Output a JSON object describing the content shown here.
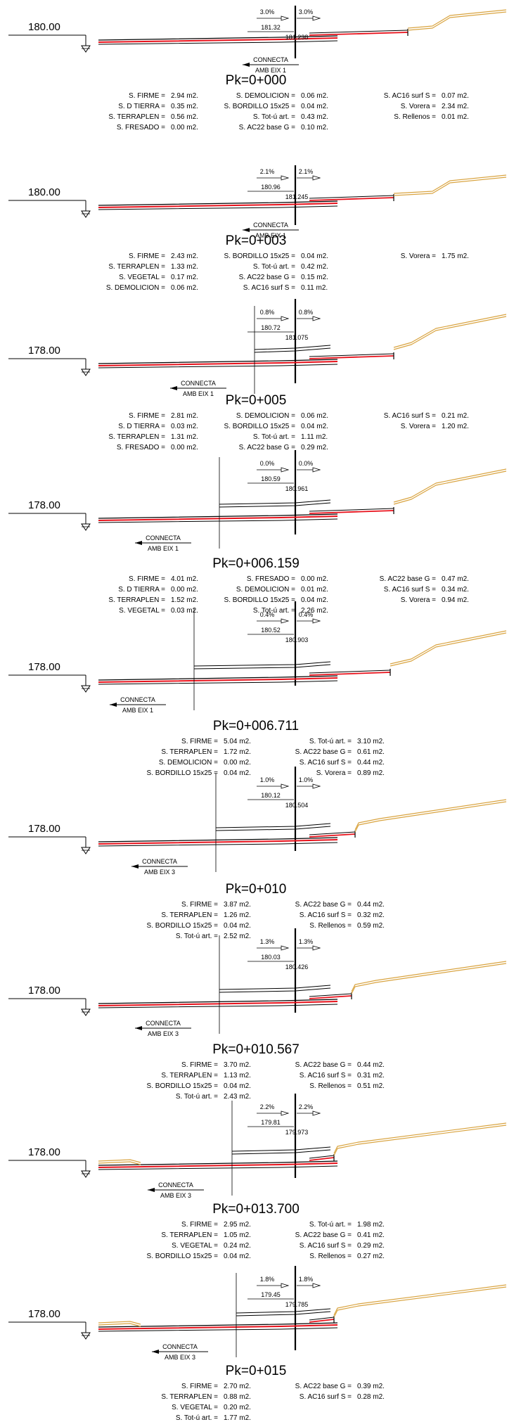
{
  "sections": [
    {
      "pk": "Pk=0+000",
      "datum": "180.00",
      "connecta": [
        "CONNECTA",
        "AMB EIX 1"
      ],
      "slope_left": "3.0%",
      "slope_right": "3.0%",
      "elev_left": "181.32",
      "elev_axis": "181.238",
      "areas": [
        [
          "S. FIRME =",
          "2.94 m2."
        ],
        [
          "S. D TIERRA =",
          "0.35 m2."
        ],
        [
          "S. TERRAPLEN =",
          "0.56 m2."
        ],
        [
          "S. FRESADO =",
          "0.00 m2."
        ],
        [
          "S. DEMOLICION =",
          "0.06 m2."
        ],
        [
          "S. BORDILLO 15x25 =",
          "0.04 m2."
        ],
        [
          "S. Tot-ú art. =",
          "0.43 m2."
        ],
        [
          "S. AC22 base G =",
          "0.10 m2."
        ],
        [
          "S. AC16 surf S =",
          "0.07 m2."
        ],
        [
          "S. Vorera =",
          "2.34 m2."
        ],
        [
          "S. Rellenos =",
          "0.01 m2."
        ]
      ]
    },
    {
      "pk": "Pk=0+003",
      "datum": "180.00",
      "connecta": [
        "CONNECTA",
        "AMB EIX 1"
      ],
      "slope_left": "2.1%",
      "slope_right": "2.1%",
      "elev_left": "180.96",
      "elev_axis": "181.245",
      "areas": [
        [
          "S. FIRME =",
          "2.43 m2."
        ],
        [
          "S. TERRAPLEN =",
          "1.33 m2."
        ],
        [
          "S. VEGETAL =",
          "0.17 m2."
        ],
        [
          "S. DEMOLICION =",
          "0.06 m2."
        ],
        [
          "S. BORDILLO 15x25 =",
          "0.04 m2."
        ],
        [
          "S. Tot-ú art. =",
          "0.42 m2."
        ],
        [
          "S. AC22 base G =",
          "0.15 m2."
        ],
        [
          "S. AC16 surf S =",
          "0.11 m2."
        ],
        [
          "S. Vorera =",
          "1.75 m2."
        ]
      ]
    },
    {
      "pk": "Pk=0+005",
      "datum": "178.00",
      "connecta": [
        "CONNECTA",
        "AMB EIX 1"
      ],
      "slope_left": "0.8%",
      "slope_right": "0.8%",
      "elev_left": "180.72",
      "elev_axis": "181.075",
      "areas": [
        [
          "S. FIRME =",
          "2.81 m2."
        ],
        [
          "S. D TIERRA =",
          "0.03 m2."
        ],
        [
          "S. TERRAPLEN =",
          "1.31 m2."
        ],
        [
          "S. FRESADO =",
          "0.00 m2."
        ],
        [
          "S. DEMOLICION =",
          "0.06 m2."
        ],
        [
          "S. BORDILLO 15x25 =",
          "0.04 m2."
        ],
        [
          "S. Tot-ú art. =",
          "1.11 m2."
        ],
        [
          "S. AC22 base G =",
          "0.29 m2."
        ],
        [
          "S. AC16 surf S =",
          "0.21 m2."
        ],
        [
          "S. Vorera =",
          "1.20 m2."
        ]
      ]
    },
    {
      "pk": "Pk=0+006.159",
      "datum": "178.00",
      "connecta": [
        "CONNECTA",
        "AMB EIX 1"
      ],
      "slope_left": "0.0%",
      "slope_right": "0.0%",
      "elev_left": "180.59",
      "elev_axis": "180.961",
      "areas": [
        [
          "S. FIRME =",
          "4.01 m2."
        ],
        [
          "S. D TIERRA =",
          "0.00 m2."
        ],
        [
          "S. TERRAPLEN =",
          "1.52 m2."
        ],
        [
          "S. VEGETAL =",
          "0.03 m2."
        ],
        [
          "S. FRESADO =",
          "0.00 m2."
        ],
        [
          "S. DEMOLICION =",
          "0.01 m2."
        ],
        [
          "S. BORDILLO 15x25 =",
          "0.04 m2."
        ],
        [
          "S. Tot-ú art. =",
          "2.26 m2."
        ],
        [
          "S. AC22 base G =",
          "0.47 m2."
        ],
        [
          "S. AC16 surf S =",
          "0.34 m2."
        ],
        [
          "S. Vorera =",
          "0.94 m2."
        ]
      ]
    },
    {
      "pk": "Pk=0+006.711",
      "datum": "178.00",
      "connecta": [
        "CONNECTA",
        "AMB EIX 1"
      ],
      "slope_left": "0.4%",
      "slope_right": "0.4%",
      "elev_left": "180.52",
      "elev_axis": "180.903",
      "areas": [
        [
          "S. FIRME =",
          "5.04 m2."
        ],
        [
          "S. TERRAPLEN =",
          "1.72 m2."
        ],
        [
          "S. DEMOLICION =",
          "0.00 m2."
        ],
        [
          "S. BORDILLO 15x25 =",
          "0.04 m2."
        ],
        [
          "S. Tot-ú art. =",
          "3.10 m2."
        ],
        [
          "S. AC22 base G =",
          "0.61 m2."
        ],
        [
          "S. AC16 surf S =",
          "0.44 m2."
        ],
        [
          "S. Vorera =",
          "0.89 m2."
        ]
      ]
    },
    {
      "pk": "Pk=0+010",
      "datum": "178.00",
      "connecta": [
        "CONNECTA",
        "AMB EIX 3"
      ],
      "slope_left": "1.0%",
      "slope_right": "1.0%",
      "elev_left": "180.12",
      "elev_axis": "180.504",
      "areas": [
        [
          "S. FIRME =",
          "3.87 m2."
        ],
        [
          "S. TERRAPLEN =",
          "1.26 m2."
        ],
        [
          "S. BORDILLO 15x25 =",
          "0.04 m2."
        ],
        [
          "S. Tot-ú art. =",
          "2.52 m2."
        ],
        [
          "S. AC22 base G =",
          "0.44 m2."
        ],
        [
          "S. AC16 surf S =",
          "0.32 m2."
        ],
        [
          "S. Rellenos =",
          "0.59 m2."
        ]
      ]
    },
    {
      "pk": "Pk=0+010.567",
      "datum": "178.00",
      "connecta": [
        "CONNECTA",
        "AMB EIX 3"
      ],
      "slope_left": "1.3%",
      "slope_right": "1.3%",
      "elev_left": "180.03",
      "elev_axis": "180.426",
      "areas": [
        [
          "S. FIRME =",
          "3.70 m2."
        ],
        [
          "S. TERRAPLEN =",
          "1.13 m2."
        ],
        [
          "S. BORDILLO 15x25 =",
          "0.04 m2."
        ],
        [
          "S. Tot-ú art. =",
          "2.43 m2."
        ],
        [
          "S. AC22 base G =",
          "0.44 m2."
        ],
        [
          "S. AC16 surf S =",
          "0.31 m2."
        ],
        [
          "S. Rellenos =",
          "0.51 m2."
        ]
      ]
    },
    {
      "pk": "Pk=0+013.700",
      "datum": "178.00",
      "connecta": [
        "CONNECTA",
        "AMB EIX 3"
      ],
      "slope_left": "2.2%",
      "slope_right": "2.2%",
      "elev_left": "179.81",
      "elev_axis": "179.973",
      "areas": [
        [
          "S. FIRME =",
          "2.95 m2."
        ],
        [
          "S. TERRAPLEN =",
          "1.05 m2."
        ],
        [
          "S. VEGETAL =",
          "0.24 m2."
        ],
        [
          "S. BORDILLO 15x25 =",
          "0.04 m2."
        ],
        [
          "S. Tot-ú art. =",
          "1.98 m2."
        ],
        [
          "S. AC22 base G =",
          "0.41 m2."
        ],
        [
          "S. AC16 surf S =",
          "0.29 m2."
        ],
        [
          "S. Rellenos =",
          "0.27 m2."
        ]
      ]
    },
    {
      "pk": "Pk=0+015",
      "datum": "178.00",
      "connecta": [
        "CONNECTA",
        "AMB EIX 3"
      ],
      "slope_left": "1.8%",
      "slope_right": "1.8%",
      "elev_left": "179.45",
      "elev_axis": "179.785",
      "areas": [
        [
          "S. FIRME =",
          "2.70 m2."
        ],
        [
          "S. TERRAPLEN =",
          "0.88 m2."
        ],
        [
          "S. VEGETAL =",
          "0.20 m2."
        ],
        [
          "S. Tot-ú art. =",
          "1.77 m2."
        ],
        [
          "S. AC22 base G =",
          "0.39 m2."
        ],
        [
          "S. AC16 surf S =",
          "0.28 m2."
        ]
      ]
    }
  ],
  "colors": {
    "line": "#000000",
    "pavement": "#e8101a",
    "terrain": "#d9a441",
    "axis": "#000000"
  }
}
